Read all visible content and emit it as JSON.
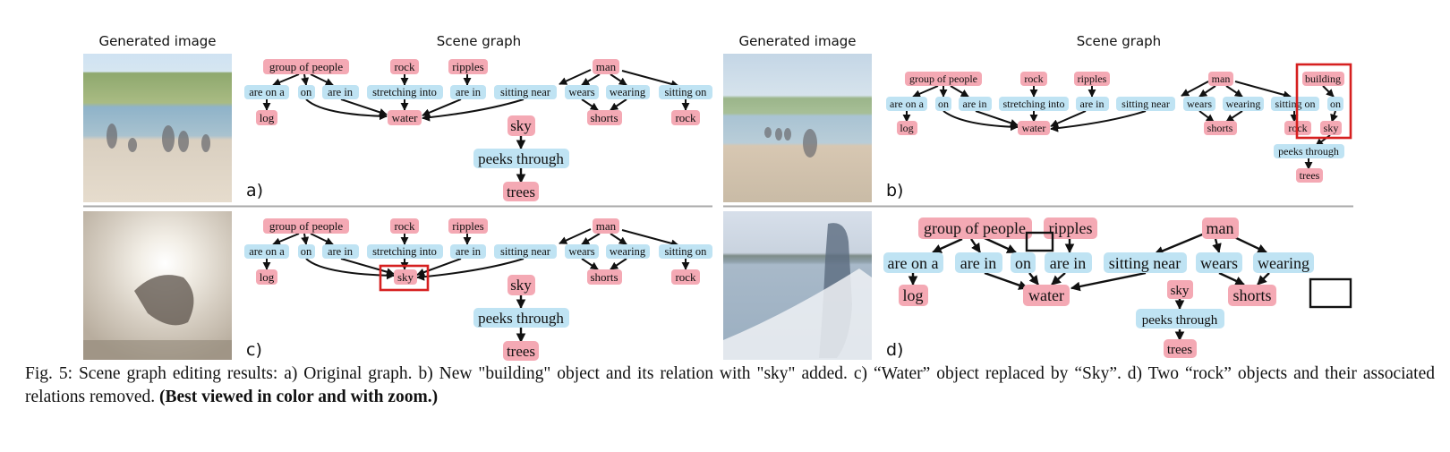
{
  "headers": {
    "generated_image": "Generated image",
    "scene_graph": "Scene graph"
  },
  "panels": [
    {
      "label": "a)"
    },
    {
      "label": "b)"
    },
    {
      "label": "c)"
    },
    {
      "label": "d)"
    }
  ],
  "panel_a": {
    "group_of_people": "group of people",
    "rock": "rock",
    "ripples": "ripples",
    "man": "man",
    "are_on_a": "are on a",
    "on": "on",
    "are_in_1": "are in",
    "stretching_into": "stretching into",
    "are_in_2": "are in",
    "sitting_near": "sitting near",
    "wears": "wears",
    "wearing": "wearing",
    "sitting_on": "sitting on",
    "log": "log",
    "water": "water",
    "shorts": "shorts",
    "rock2": "rock",
    "sky": "sky",
    "peeks_through": "peeks through",
    "trees": "trees"
  },
  "panel_b": {
    "group_of_people": "group of people",
    "rock": "rock",
    "ripples": "ripples",
    "man": "man",
    "building": "building",
    "are_on_a": "are on a",
    "on": "on",
    "are_in_1": "are in",
    "stretching_into": "stretching into",
    "are_in_2": "are in",
    "sitting_near": "sitting near",
    "wears": "wears",
    "wearing": "wearing",
    "sitting_on": "sitting on",
    "on_2": "on",
    "log": "log",
    "water": "water",
    "shorts": "shorts",
    "rock2": "rock",
    "sky": "sky",
    "peeks_through": "peeks through",
    "trees": "trees"
  },
  "panel_c": {
    "group_of_people": "group of people",
    "rock": "rock",
    "ripples": "ripples",
    "man": "man",
    "are_on_a": "are on a",
    "on": "on",
    "are_in_1": "are in",
    "stretching_into": "stretching into",
    "are_in_2": "are in",
    "sitting_near": "sitting near",
    "wears": "wears",
    "wearing": "wearing",
    "sitting_on": "sitting on",
    "log": "log",
    "sky_replaced": "sky",
    "shorts": "shorts",
    "rock2": "rock",
    "sky": "sky",
    "peeks_through": "peeks through",
    "trees": "trees"
  },
  "panel_d": {
    "group_of_people": "group of people",
    "ripples": "ripples",
    "man": "man",
    "are_on_a": "are on a",
    "are_in_1": "are in",
    "on": "on",
    "are_in_2": "are in",
    "sitting_near": "sitting near",
    "wears": "wears",
    "wearing": "wearing",
    "log": "log",
    "water": "water",
    "sky": "sky",
    "shorts": "shorts",
    "peeks_through": "peeks through",
    "trees": "trees"
  },
  "caption": {
    "part1": "Fig. 5: Scene graph editing results: a) Original graph. b) New \"building\" object and its relation with \"sky\" added. c) “Water” object replaced by “Sky”. d) Two “rock” objects and their associated relations removed. ",
    "bold": "(Best viewed in color and with zoom.)"
  },
  "colors": {
    "object_node": "#f4a9b4",
    "relation_node": "#bfe3f3",
    "highlight": "#d62020"
  }
}
